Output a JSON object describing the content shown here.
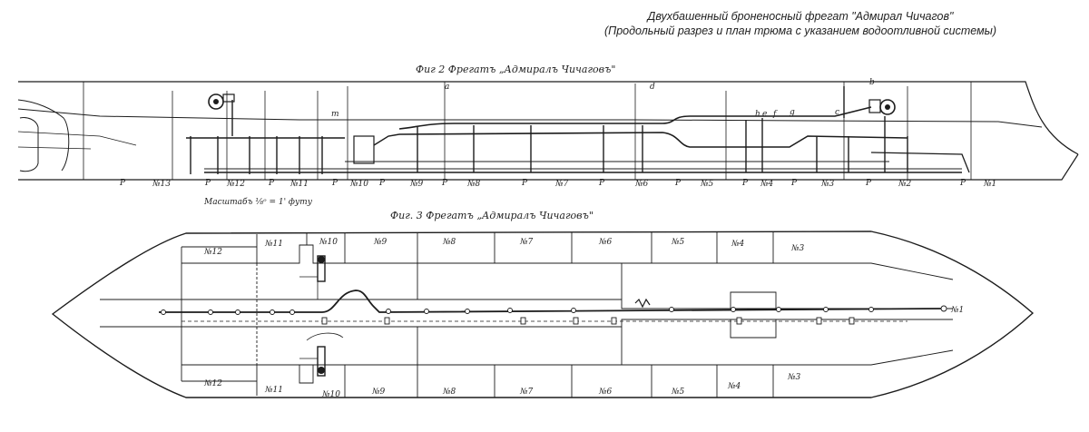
{
  "header": {
    "title": "Двухбашенный броненосный фрегат \"Адмирал Чичагов\"",
    "subtitle": "(Продольный разрез и план трюма с указанием водоотливной системы)"
  },
  "fig2": {
    "caption": "Фиг 2  Фрегатъ „Адмиралъ Чичаговъ\"",
    "scale_note": "Масштабъ ⅛ᵒ = 1' футу",
    "letters": [
      "a",
      "b",
      "c",
      "d",
      "e",
      "f",
      "g",
      "h",
      "m"
    ],
    "compartments": [
      "№1",
      "№2",
      "№3",
      "№4",
      "№5",
      "№6",
      "№7",
      "№8",
      "№9",
      "№10",
      "№11",
      "№12",
      "№13"
    ],
    "pump_label": "P"
  },
  "fig3": {
    "caption": "Фиг. 3 Фрегатъ „Адмиралъ Чичаговъ\"",
    "top_compartments": [
      "№12",
      "№11",
      "№10",
      "№9",
      "№8",
      "№7",
      "№6",
      "№5",
      "№4",
      "№3"
    ],
    "bottom_compartments": [
      "№12",
      "№11",
      "№10",
      "№9",
      "№8",
      "№7",
      "№6",
      "№5",
      "№4",
      "№3"
    ],
    "bow_label": "№1"
  }
}
